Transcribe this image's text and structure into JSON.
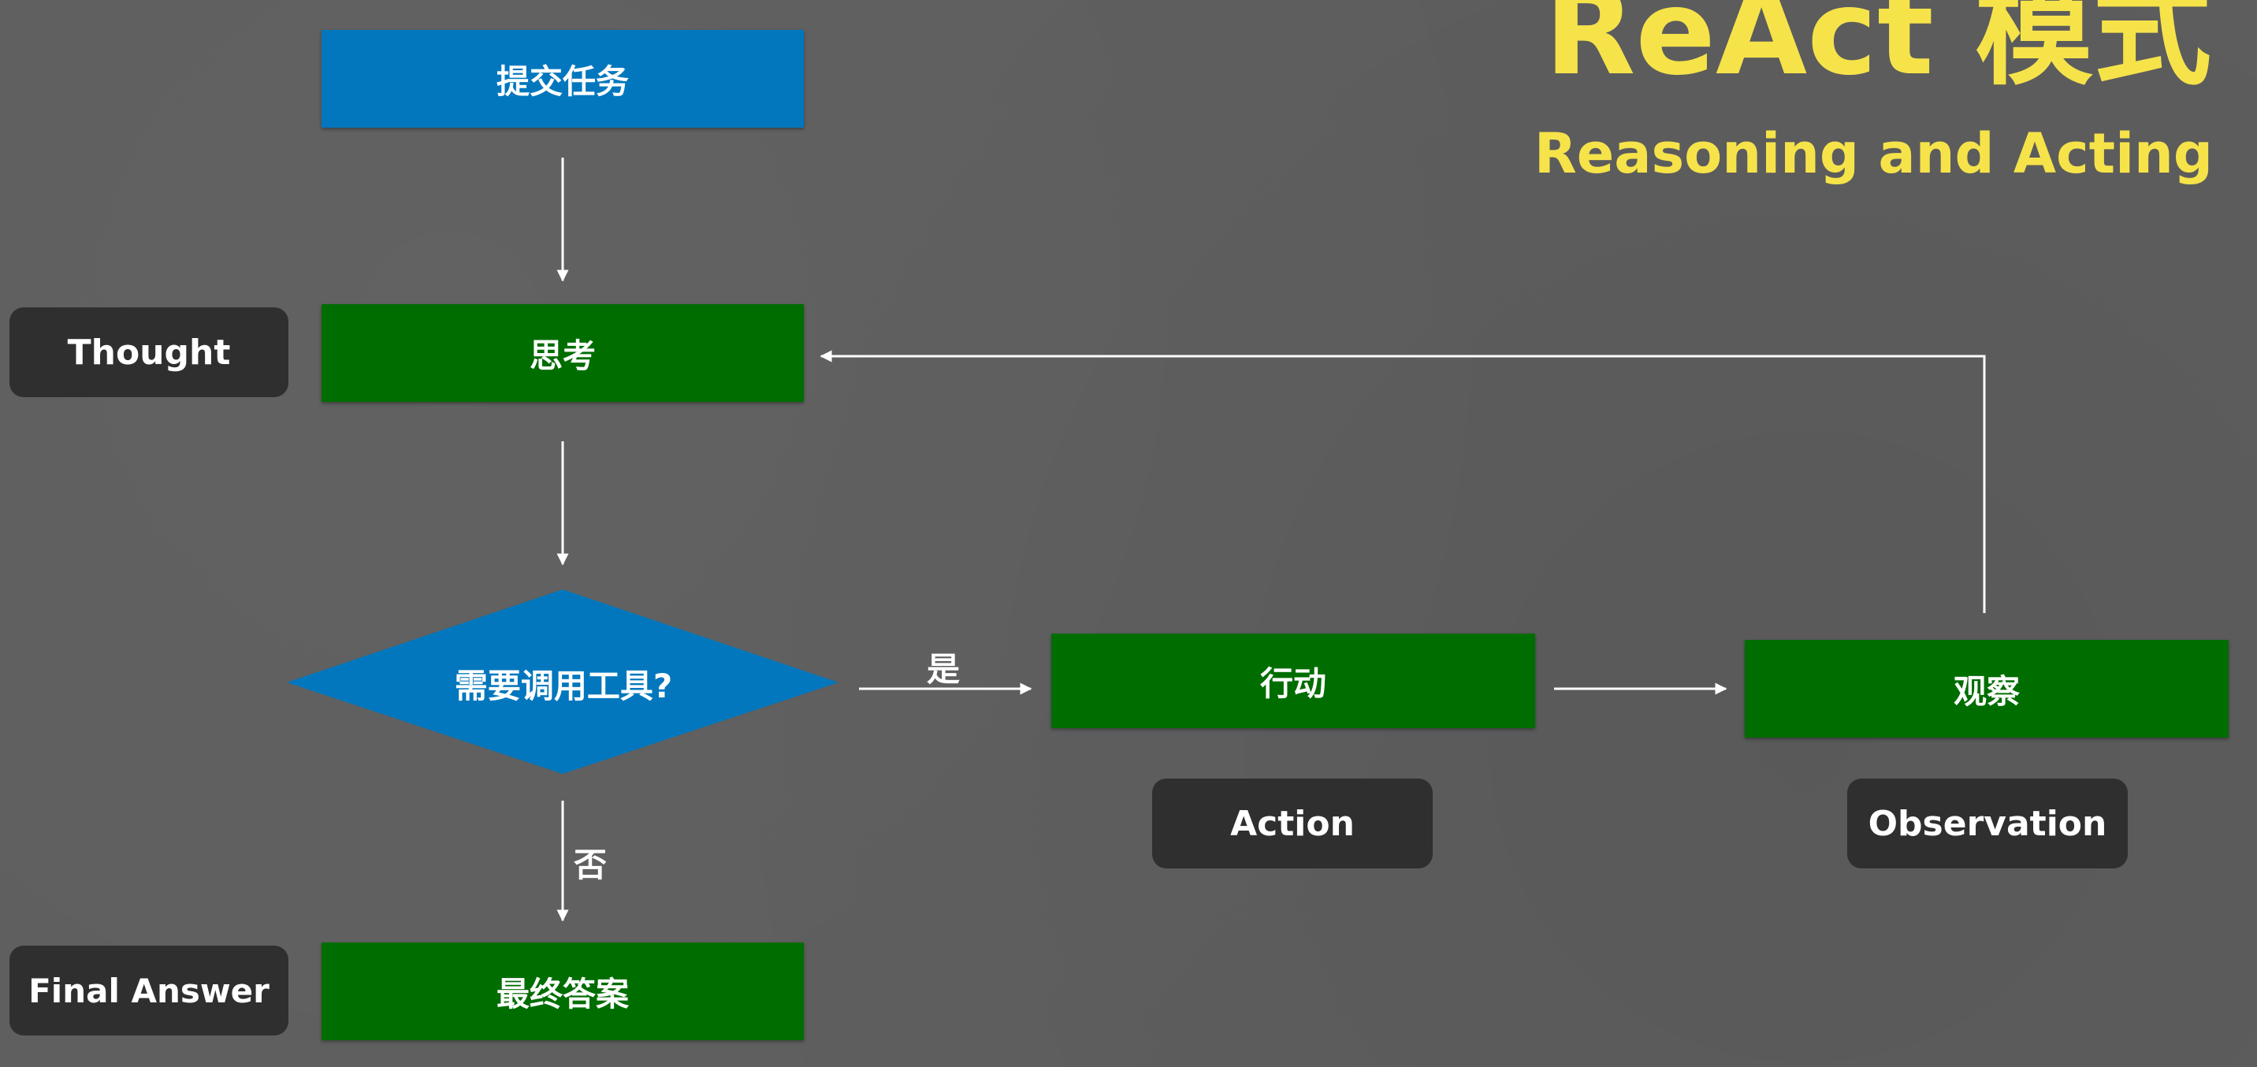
{
  "header": {
    "title": "ReAct 模式",
    "subtitle": "Reasoning and Acting"
  },
  "nodes": {
    "submit": "提交任务",
    "thought": "思考",
    "decision": "需要调用工具?",
    "action": "行动",
    "observation": "观察",
    "final": "最终答案"
  },
  "tags": {
    "thought": "Thought",
    "action": "Action",
    "observation": "Observation",
    "final": "Final Answer"
  },
  "edges": {
    "yes": "是",
    "no": "否"
  },
  "colors": {
    "background": "#5e5e5e",
    "blue": "#0277bd",
    "green": "#006d00",
    "tag": "#2f2f2f",
    "title": "#f6e34a",
    "line": "#ffffff"
  }
}
